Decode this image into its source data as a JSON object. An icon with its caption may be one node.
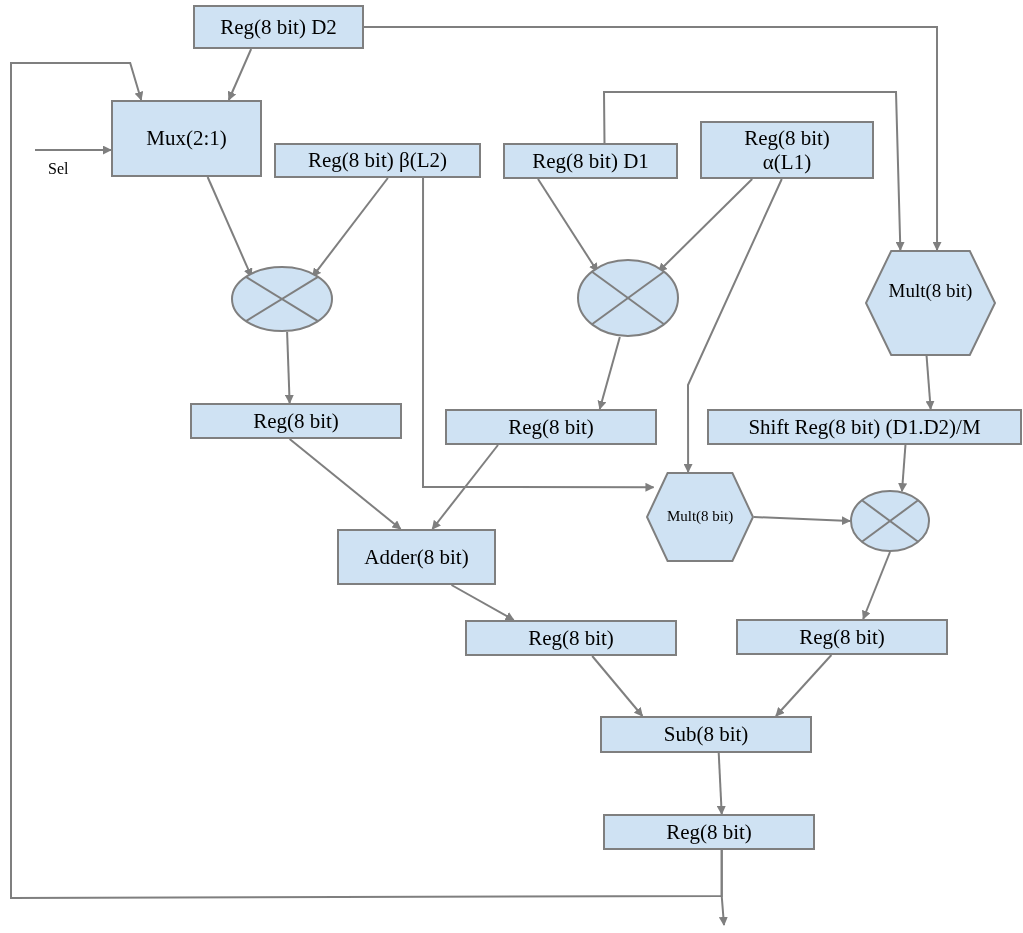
{
  "diagram": {
    "nodes": [
      {
        "text": [
          "Reg(8 bit) D2"
        ]
      },
      {
        "text": [
          "Mux(2:1)"
        ]
      },
      {
        "text": [
          "Reg(8 bit) β(L2)"
        ]
      },
      {
        "text": [
          "Reg(8 bit) D1"
        ]
      },
      {
        "text": [
          "Reg(8 bit) α(L1)"
        ]
      },
      {
        "text": [],
        "shape": "circle"
      },
      {
        "text": [],
        "shape": "circle"
      },
      {
        "text": [
          "Mult(8 bit)"
        ]
      },
      {
        "text": [
          "Reg(8 bit)"
        ]
      },
      {
        "text": [
          "Reg(8 bit)"
        ]
      },
      {
        "text": [
          "Shift Reg(8 bit) (D1.D2)/M"
        ]
      },
      {
        "text": [
          "Adder(8 bit)"
        ]
      },
      {
        "text": [
          "Mult(8 bit)"
        ]
      },
      {
        "text": [],
        "shape": "circle"
      },
      {
        "text": [
          "Reg(8 bit)"
        ]
      },
      {
        "text": [
          "Reg(8 bit)"
        ]
      },
      {
        "text": [
          "Sub(8 bit)"
        ]
      },
      {
        "text": [
          "Reg(8 bit)"
        ]
      }
    ],
    "edges": [
      {
        "from": 0,
        "to": 1,
        "arrow": "to"
      },
      {
        "from": 0,
        "to": 7,
        "arrow": "to"
      },
      {
        "from": null,
        "to": 1,
        "arrow": "to"
      },
      {
        "from": 3,
        "to": 7,
        "arrow": "to"
      },
      {
        "from": 1,
        "to": 5,
        "arrow": "to"
      },
      {
        "from": 2,
        "to": 5,
        "arrow": "to"
      },
      {
        "from": 3,
        "to": 6,
        "arrow": "to"
      },
      {
        "from": 4,
        "to": 6,
        "arrow": "to"
      },
      {
        "from": 2,
        "to": 12,
        "arrow": "to"
      },
      {
        "from": 4,
        "to": 12,
        "arrow": "to"
      },
      {
        "from": 5,
        "to": 8,
        "arrow": "to"
      },
      {
        "from": 6,
        "to": 9,
        "arrow": "to"
      },
      {
        "from": 7,
        "to": 10,
        "arrow": "to"
      },
      {
        "from": 8,
        "to": 11,
        "arrow": "to"
      },
      {
        "from": 9,
        "to": 11,
        "arrow": "to"
      },
      {
        "from": 10,
        "to": 13,
        "arrow": "to"
      },
      {
        "from": 12,
        "to": 13,
        "arrow": "to"
      },
      {
        "from": 13,
        "to": 15,
        "arrow": "to"
      },
      {
        "from": 11,
        "to": 14,
        "arrow": "to"
      },
      {
        "from": 14,
        "to": 16,
        "arrow": "to"
      },
      {
        "from": 15,
        "to": 16,
        "arrow": "to"
      },
      {
        "from": 16,
        "to": 17,
        "arrow": "to"
      },
      {
        "from": 17,
        "to": 1,
        "arrow": "to"
      },
      {
        "from": 17,
        "to": null,
        "arrow": "to"
      }
    ],
    "labels": [
      "Sel"
    ]
  }
}
